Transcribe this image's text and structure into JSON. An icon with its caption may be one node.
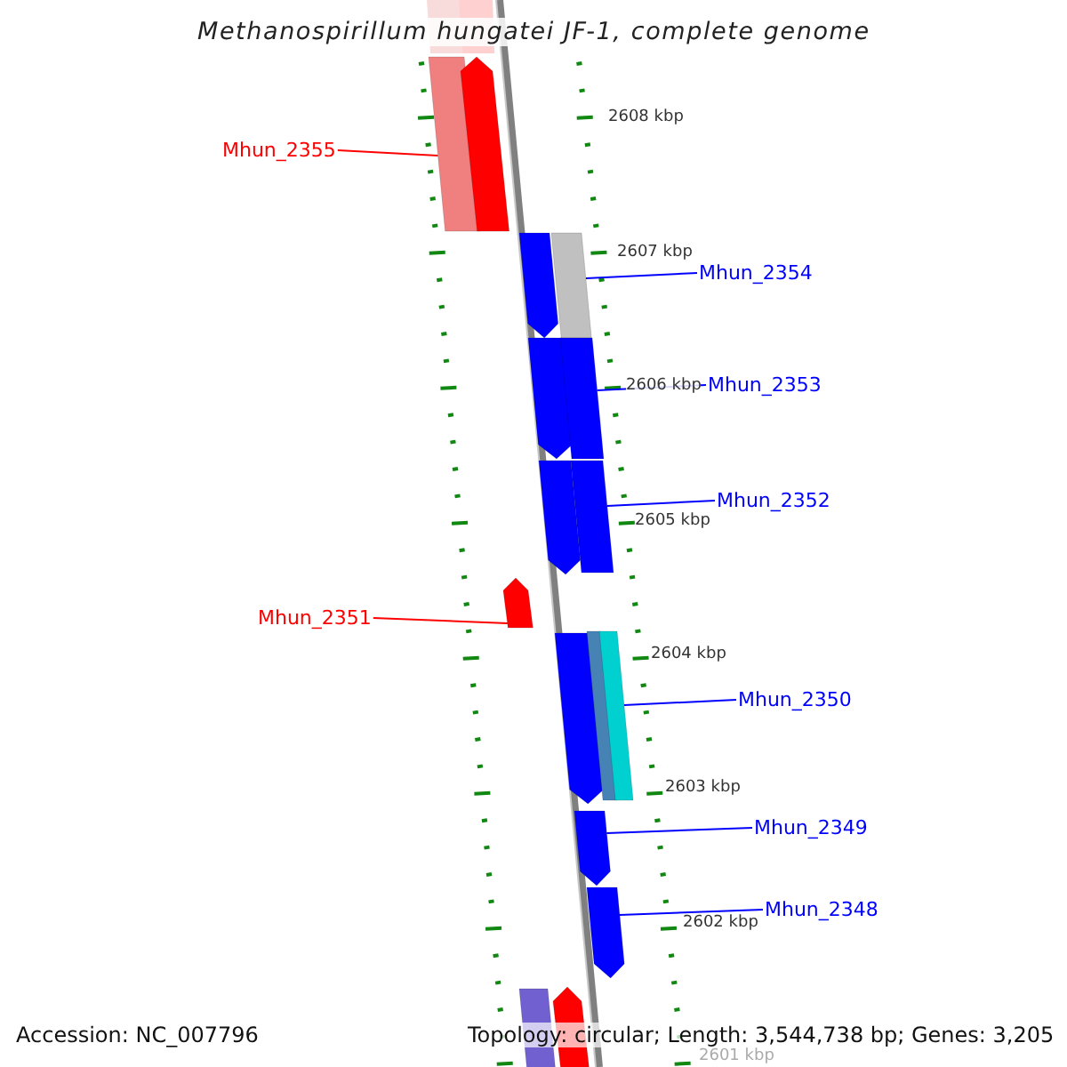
{
  "diagram": {
    "title": "Methanospirillum hungatei JF-1, complete genome",
    "nodes": [
      {
        "text": [
          "Mhun_2355"
        ]
      },
      {
        "text": [],
        "shape": "bar"
      },
      {
        "text": [],
        "shape": "arrow"
      },
      {
        "text": [
          "Mhun_2354"
        ]
      },
      {
        "text": [],
        "shape": "arrow"
      },
      {
        "text": [],
        "shape": "bar"
      },
      {
        "text": [
          "Mhun_2353"
        ]
      },
      {
        "text": [],
        "shape": "arrow"
      },
      {
        "text": [],
        "shape": "bar"
      },
      {
        "text": [
          "Mhun_2352"
        ]
      },
      {
        "text": [],
        "shape": "arrow"
      },
      {
        "text": [],
        "shape": "bar"
      },
      {
        "text": [
          "Mhun_2351"
        ]
      },
      {
        "text": [],
        "shape": "arrow"
      },
      {
        "text": [
          "Mhun_2350"
        ]
      },
      {
        "text": [],
        "shape": "arrow"
      },
      {
        "text": [],
        "shape": "bar"
      },
      {
        "text": [],
        "shape": "bar"
      },
      {
        "text": [
          "Mhun_2349"
        ]
      },
      {
        "text": [],
        "shape": "arrow"
      },
      {
        "text": [
          "Mhun_2348"
        ]
      },
      {
        "text": [],
        "shape": "arrow"
      },
      {
        "text": [],
        "shape": "bar"
      },
      {
        "text": [],
        "shape": "arrow"
      }
    ],
    "edges": [
      {
        "from": 0,
        "to": 1,
        "arrow": "none",
        "color": "#ff0000"
      },
      {
        "from": 3,
        "to": 5,
        "arrow": "none"
      },
      {
        "from": 6,
        "to": 8,
        "arrow": "none"
      },
      {
        "from": 9,
        "to": 11,
        "arrow": "none"
      },
      {
        "from": 12,
        "to": 13,
        "arrow": "none",
        "color": "#ff0000"
      },
      {
        "from": 14,
        "to": 17,
        "arrow": "none"
      },
      {
        "from": 18,
        "to": 19,
        "arrow": "none"
      },
      {
        "from": 20,
        "to": 21,
        "arrow": "none"
      }
    ],
    "labels": [
      "2608 kbp",
      "2607 kbp",
      "2606 kbp",
      "2605 kbp",
      "2604 kbp",
      "2603 kbp",
      "2602 kbp",
      "2601 kbp",
      "Accession: NC_007796",
      "Topology: circular; Length: 3,544,738 bp; Genes: 3,205"
    ]
  }
}
